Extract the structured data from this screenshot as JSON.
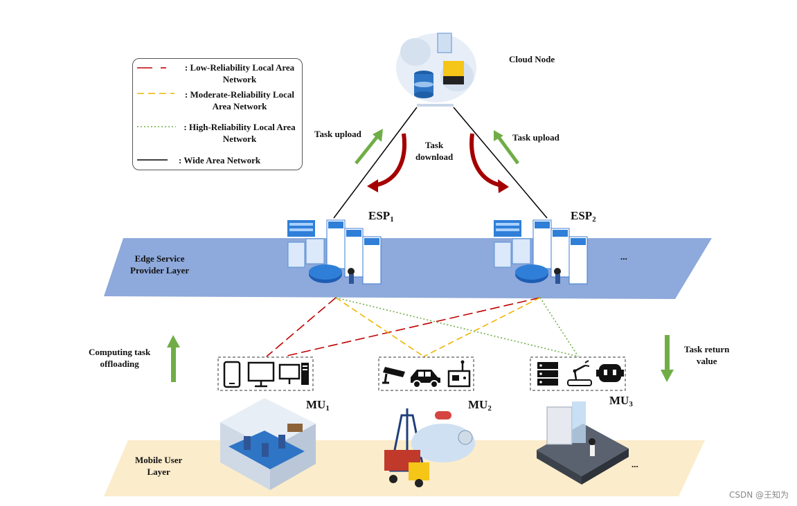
{
  "cloud": {
    "label": "Cloud Node"
  },
  "arrows": {
    "task_upload_left": "Task upload",
    "task_upload_right": "Task upload",
    "task_download": "Task\ndownload",
    "computing_offloading": "Computing task\noffloading",
    "task_return": "Task return\nvalue"
  },
  "layers": {
    "edge": "Edge Service\nProvider Layer",
    "mobile": "Mobile User\nLayer"
  },
  "esp": [
    {
      "name": "ESP",
      "sub": "1"
    },
    {
      "name": "ESP",
      "sub": "2"
    }
  ],
  "mu": [
    {
      "name": "MU",
      "sub": "1"
    },
    {
      "name": "MU",
      "sub": "2"
    },
    {
      "name": "MU",
      "sub": "3"
    }
  ],
  "ellipsis": "...",
  "legend": [
    {
      "text": ": Low-Reliability Local Area\nNetwork",
      "color": "#c00000",
      "style": "dashdot"
    },
    {
      "text": ": Moderate-Reliability Local\nArea Network",
      "color": "#f0b400",
      "style": "dash"
    },
    {
      "text": ": High-Reliability Local Area\nNetwork",
      "color": "#70ad47",
      "style": "dot"
    },
    {
      "text": ": Wide Area Network",
      "color": "#000000",
      "style": "solid"
    }
  ],
  "watermark": "CSDN @王知为",
  "colors": {
    "edge_layer": "#8ea9db",
    "mobile_layer": "#fbeccb",
    "green_arrow": "#70ad47",
    "red_arrow": "#a50000"
  }
}
